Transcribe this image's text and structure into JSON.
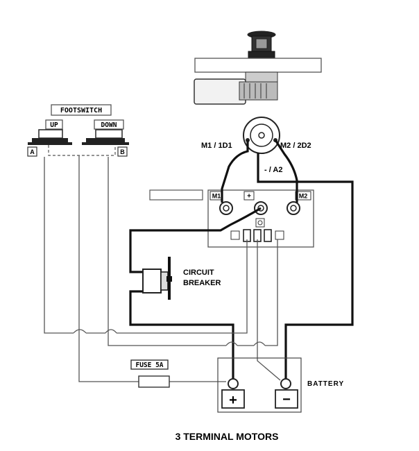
{
  "labels": {
    "footswitch": "FOOTSWITCH",
    "up": "UP",
    "down": "DOWN",
    "a": "A",
    "b": "B",
    "m1_1d1": "M1 / 1D1",
    "m2_2d2": "M2 / 2D2",
    "minus_a2": "- / A2",
    "m1": "M1",
    "m2": "M2",
    "plus": "+",
    "circuit": "CIRCUIT",
    "breaker": "BREAKER",
    "fuse": "FUSE 5A",
    "battery": "BATTERY",
    "batt_plus": "+",
    "batt_minus": "−",
    "caption": "3 TERMINAL MOTORS"
  },
  "colors": {
    "line": "#555555",
    "heavy_wire": "#111111",
    "background": "#ffffff"
  }
}
